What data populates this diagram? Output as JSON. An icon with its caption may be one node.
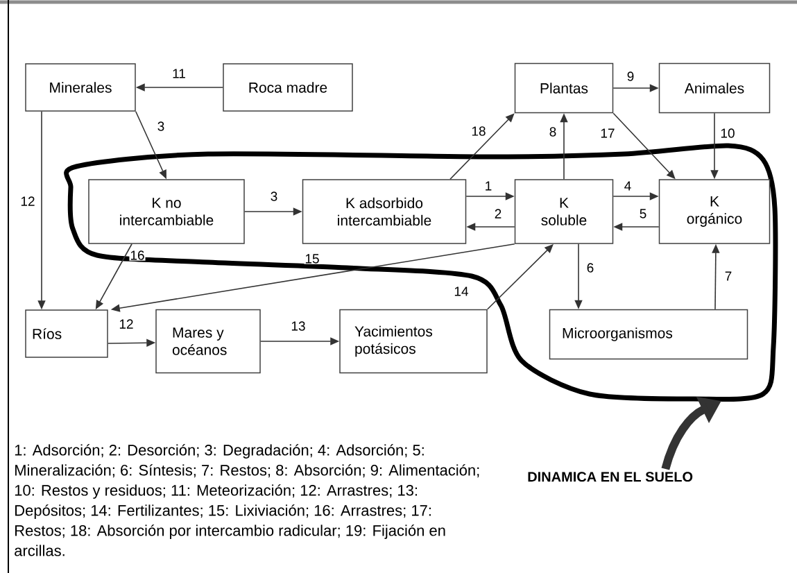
{
  "diagram": {
    "nodes": [
      {
        "text": [
          "Minerales"
        ]
      },
      {
        "text": [
          "Roca madre"
        ]
      },
      {
        "text": [
          "Plantas"
        ]
      },
      {
        "text": [
          "Animales"
        ]
      },
      {
        "text": [
          "K no intercambiable"
        ]
      },
      {
        "text": [
          "K adsorbido intercambiable"
        ]
      },
      {
        "text": [
          "K soluble"
        ]
      },
      {
        "text": [
          "K orgánico"
        ]
      },
      {
        "text": [
          "Ríos"
        ]
      },
      {
        "text": [
          "Mares y océanos"
        ]
      },
      {
        "text": [
          "Yacimientos potásicos"
        ]
      },
      {
        "text": [
          "Microorganismos"
        ]
      },
      {
        "text": [
          "DINAMICA EN EL SUELO"
        ]
      }
    ],
    "edges": [
      {
        "from": 1,
        "to": 0,
        "arrow": "to",
        "label": "11"
      },
      {
        "from": 0,
        "to": 4,
        "arrow": "to",
        "label": "3"
      },
      {
        "from": 0,
        "to": 8,
        "arrow": "to",
        "label": "12"
      },
      {
        "from": 4,
        "to": 5,
        "arrow": "to",
        "label": "3"
      },
      {
        "from": 5,
        "to": 2,
        "arrow": "to",
        "label": "18"
      },
      {
        "from": 5,
        "to": 6,
        "arrow": "to",
        "label": "1"
      },
      {
        "from": 6,
        "to": 5,
        "arrow": "to",
        "label": "2"
      },
      {
        "from": 6,
        "to": 2,
        "arrow": "to",
        "label": "8"
      },
      {
        "from": 2,
        "to": 3,
        "arrow": "to",
        "label": "9"
      },
      {
        "from": 2,
        "to": 7,
        "arrow": "to",
        "label": "17"
      },
      {
        "from": 3,
        "to": 7,
        "arrow": "to",
        "label": "10"
      },
      {
        "from": 6,
        "to": 7,
        "arrow": "to",
        "label": "4"
      },
      {
        "from": 7,
        "to": 6,
        "arrow": "to",
        "label": "5"
      },
      {
        "from": 6,
        "to": 11,
        "arrow": "to",
        "label": "6"
      },
      {
        "from": 11,
        "to": 7,
        "arrow": "to",
        "label": "7"
      },
      {
        "from": 4,
        "to": 8,
        "arrow": "to",
        "label": "16"
      },
      {
        "from": 6,
        "to": 8,
        "arrow": "to",
        "label": "15"
      },
      {
        "from": 10,
        "to": 6,
        "arrow": "to",
        "label": "14"
      },
      {
        "from": 8,
        "to": 9,
        "arrow": "to",
        "label": "12"
      },
      {
        "from": 9,
        "to": 10,
        "arrow": "to",
        "label": "13"
      },
      {
        "from": 12,
        "to": null,
        "arrow": "to",
        "style": "thick"
      }
    ],
    "labels": [
      "1: Adsorción; 2: Desorción; 3: Degradación; 4: Adsorción; 5: Mineralización; 6: Síntesis; 7: Restos; 8: Absorción; 9: Alimentación; 10: Restos y residuos; 11: Meteorización; 12: Arrastres; 13: Depósitos; 14: Fertilizantes; 15: Lixiviación; 16: Arrastres; 17: Restos; 18: Absorción por intercambio radicular; 19: Fijación en arcillas."
    ]
  }
}
